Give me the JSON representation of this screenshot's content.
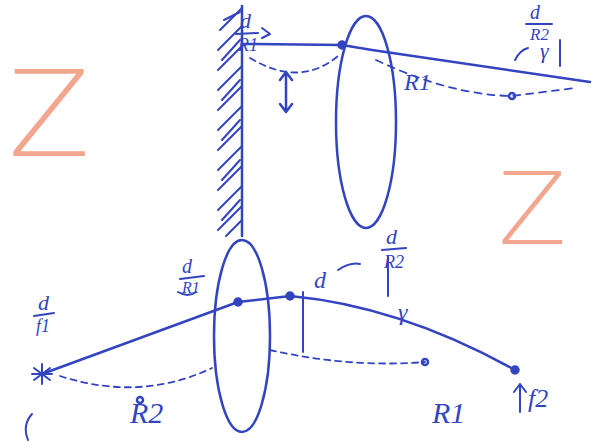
{
  "diagram": {
    "labels": [
      "Z",
      "Z",
      "d",
      "R1",
      "d",
      "R2",
      "γ",
      "R1",
      "d",
      "f1",
      "d",
      "R1",
      "d",
      "d",
      "R2",
      "γ",
      "R2",
      "R1",
      "f2"
    ]
  }
}
